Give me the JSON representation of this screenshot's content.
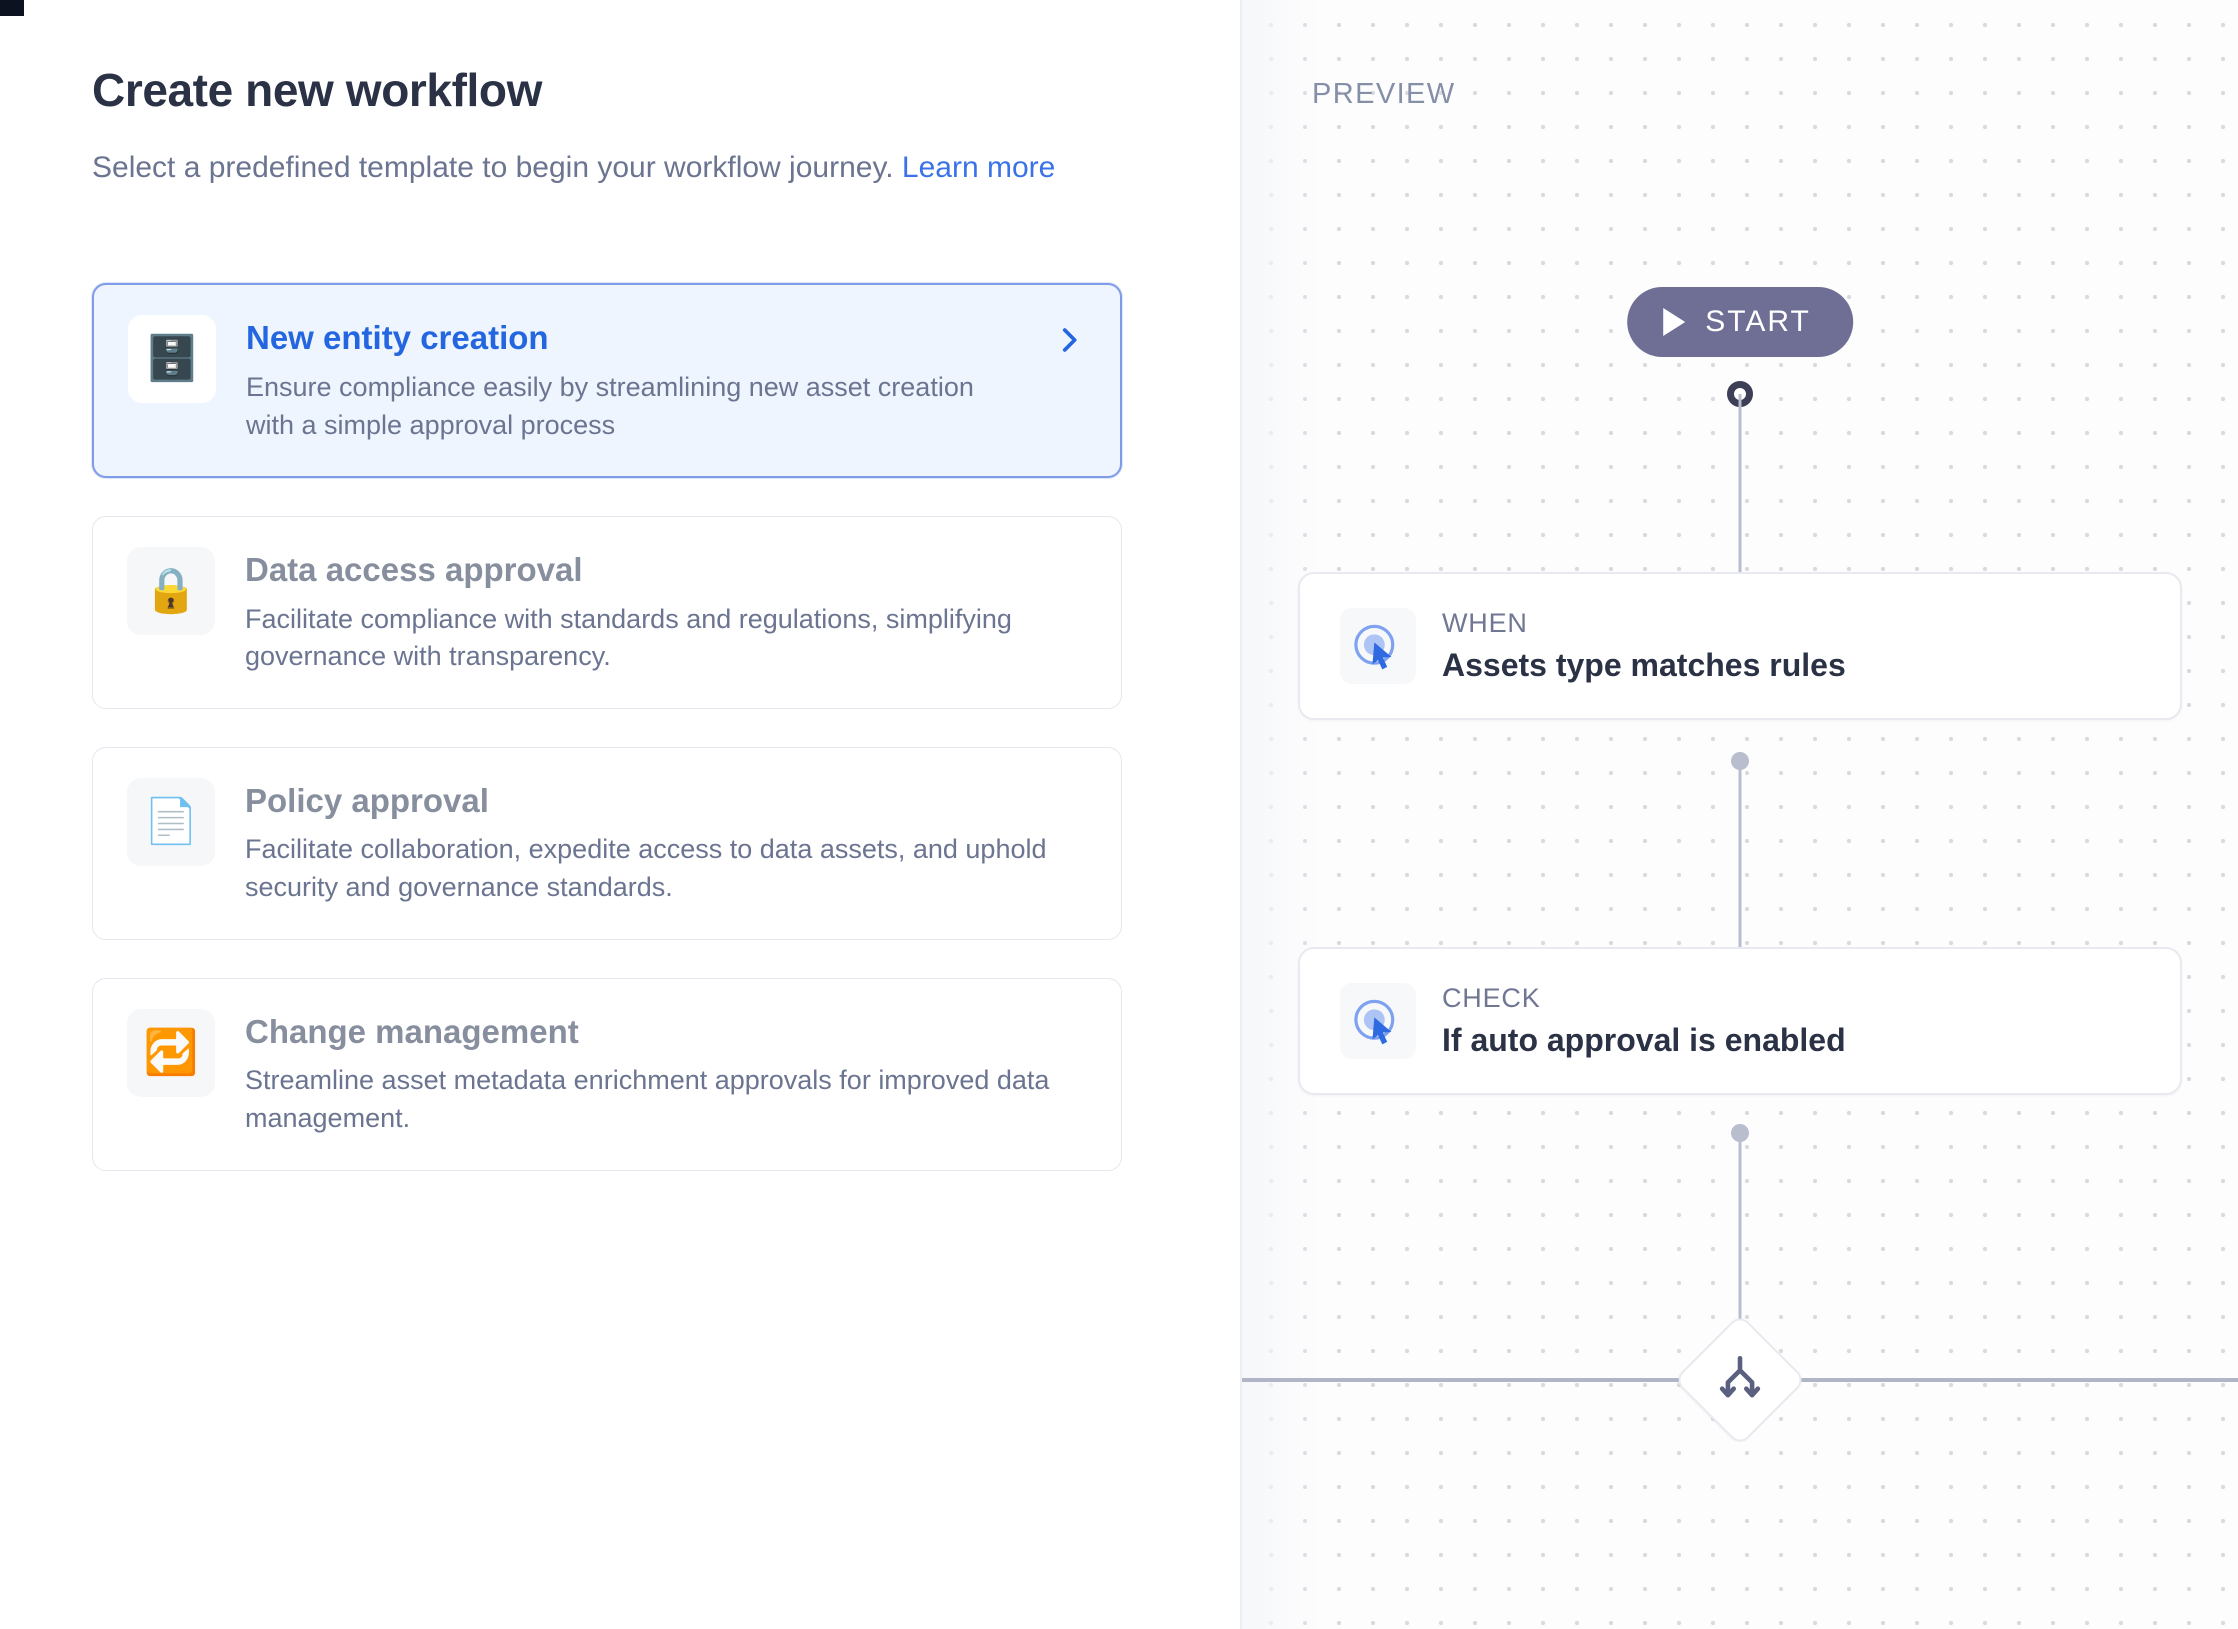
{
  "left": {
    "title": "Create new workflow",
    "subtitle_before": "Select a predefined template to begin your workflow journey. ",
    "learn_more": "Learn more",
    "templates": [
      {
        "icon": "🗄️",
        "icon_name": "file-cabinet-icon",
        "title": "New entity creation",
        "description": "Ensure compliance easily by streamlining new asset creation with a simple approval process",
        "selected": true,
        "chevron": "chevron-right-icon"
      },
      {
        "icon": "🔒",
        "icon_name": "lock-icon",
        "title": "Data access approval",
        "description": "Facilitate compliance with standards and regulations, simplifying governance with transparency.",
        "selected": false
      },
      {
        "icon": "📄",
        "icon_name": "document-icon",
        "title": "Policy approval",
        "description": "Facilitate collaboration, expedite access to data assets, and uphold security and governance standards.",
        "selected": false
      },
      {
        "icon": "🔁",
        "icon_name": "repeat-icon",
        "title": "Change management",
        "description": "Streamline asset metadata enrichment approvals for improved data management.",
        "selected": false
      }
    ]
  },
  "preview": {
    "label": "PREVIEW",
    "start_label": "START",
    "nodes": [
      {
        "kicker": "WHEN",
        "title": "Assets type matches rules",
        "icon_name": "cursor-click-icon"
      },
      {
        "kicker": "CHECK",
        "title": "If auto approval is enabled",
        "icon_name": "cursor-click-icon"
      }
    ],
    "branch_icon_name": "branch-split-icon"
  },
  "colors": {
    "accent_blue": "#2366e0",
    "link_blue": "#3b72e8",
    "selected_border": "#7e9ce8",
    "selected_bg": "#eef5fe",
    "start_purple": "#6f6f96",
    "muted_text": "#6b7490",
    "title_dark": "#2b3245"
  }
}
